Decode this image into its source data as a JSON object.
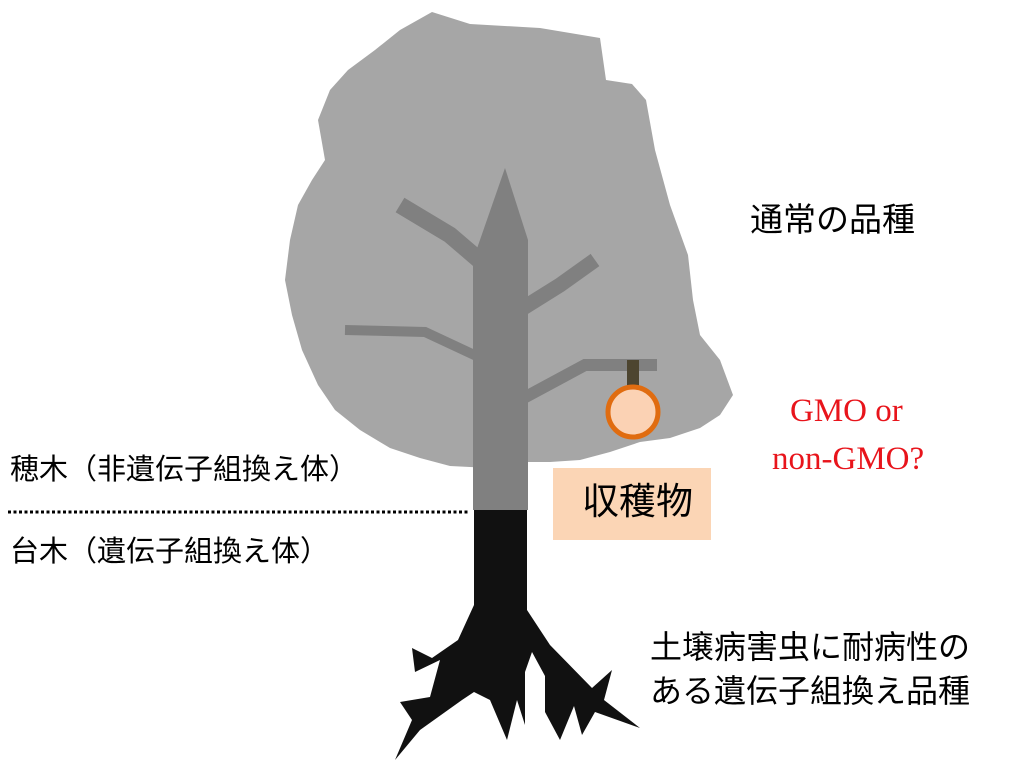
{
  "labels": {
    "scion_type": "通常の品種",
    "question_line1": "GMO or",
    "question_line2": "non-GMO?",
    "scion": "穂木（非遺伝子組換え体）",
    "rootstock": "台木（遺伝子組換え体）",
    "harvest": "収穫物",
    "rootstock_desc_line1": "土壌病害虫に耐病性の",
    "rootstock_desc_line2": "ある遺伝子組換え品種"
  },
  "colors": {
    "canopy": "#a6a6a6",
    "scion_wood": "#808080",
    "rootstock_wood": "#111111",
    "fruit_fill": "#fbd2b4",
    "fruit_stroke": "#e06c10",
    "fruit_stem": "#4d4530",
    "harvest_box": "#fbd5b5",
    "question_text": "#e8141b"
  },
  "icons": {
    "tree": "grafted-tree-icon",
    "fruit": "fruit-icon"
  }
}
